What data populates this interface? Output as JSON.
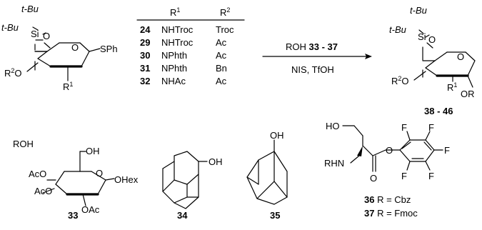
{
  "start_material": {
    "tbu_top": "t-Bu",
    "tbu_left": "t-Bu",
    "si": "Si",
    "o_ring": "O",
    "o_si": "O",
    "r2o_r": "R",
    "r2o_sup": "2",
    "r2o_o": "O",
    "sph": "SPh",
    "r1_r": "R",
    "r1_sup": "1"
  },
  "substituent_table": {
    "header_r1": "R",
    "header_r1_sup": "1",
    "header_r2": "R",
    "header_r2_sup": "2",
    "rows": [
      {
        "compound": "24",
        "r1": "NHTroc",
        "r2": "Troc"
      },
      {
        "compound": "29",
        "r1": "NHTroc",
        "r2": "Ac"
      },
      {
        "compound": "30",
        "r1": "NPhth",
        "r2": "Ac"
      },
      {
        "compound": "31",
        "r1": "NPhth",
        "r2": "Bn"
      },
      {
        "compound": "32",
        "r1": "NHAc",
        "r2": "Ac"
      }
    ]
  },
  "reaction": {
    "reagent_prefix": "ROH ",
    "reagent_compounds": "33 - 37",
    "conditions": "NIS, TfOH"
  },
  "product": {
    "tbu_top": "t-Bu",
    "tbu_left": "t-Bu",
    "si": "Si",
    "o_ring": "O",
    "o_si": "O",
    "r2o_r": "R",
    "r2o_sup": "2",
    "r2o_o": "O",
    "r1_r": "R",
    "r1_sup": "1",
    "or": "OR",
    "label": "38 - 46"
  },
  "acceptors": {
    "heading": "ROH",
    "c33": {
      "ac1": "AcO",
      "ac2": "AcO",
      "oh": "OH",
      "o_ring": "O",
      "ohex": "OHex",
      "oac": "OAc",
      "label": "33"
    },
    "c34": {
      "oh": "OH",
      "label": "34"
    },
    "c35": {
      "oh": "OH",
      "label": "35"
    },
    "c36": {
      "ho": "HO",
      "rhn": "RHN",
      "o_ester": "O",
      "o_carbonyl": "O",
      "f": [
        "F",
        "F",
        "F",
        "F",
        "F"
      ],
      "labels": [
        {
          "num": "36",
          "text": " R = Cbz"
        },
        {
          "num": "37",
          "text": " R = Fmoc"
        }
      ]
    }
  }
}
